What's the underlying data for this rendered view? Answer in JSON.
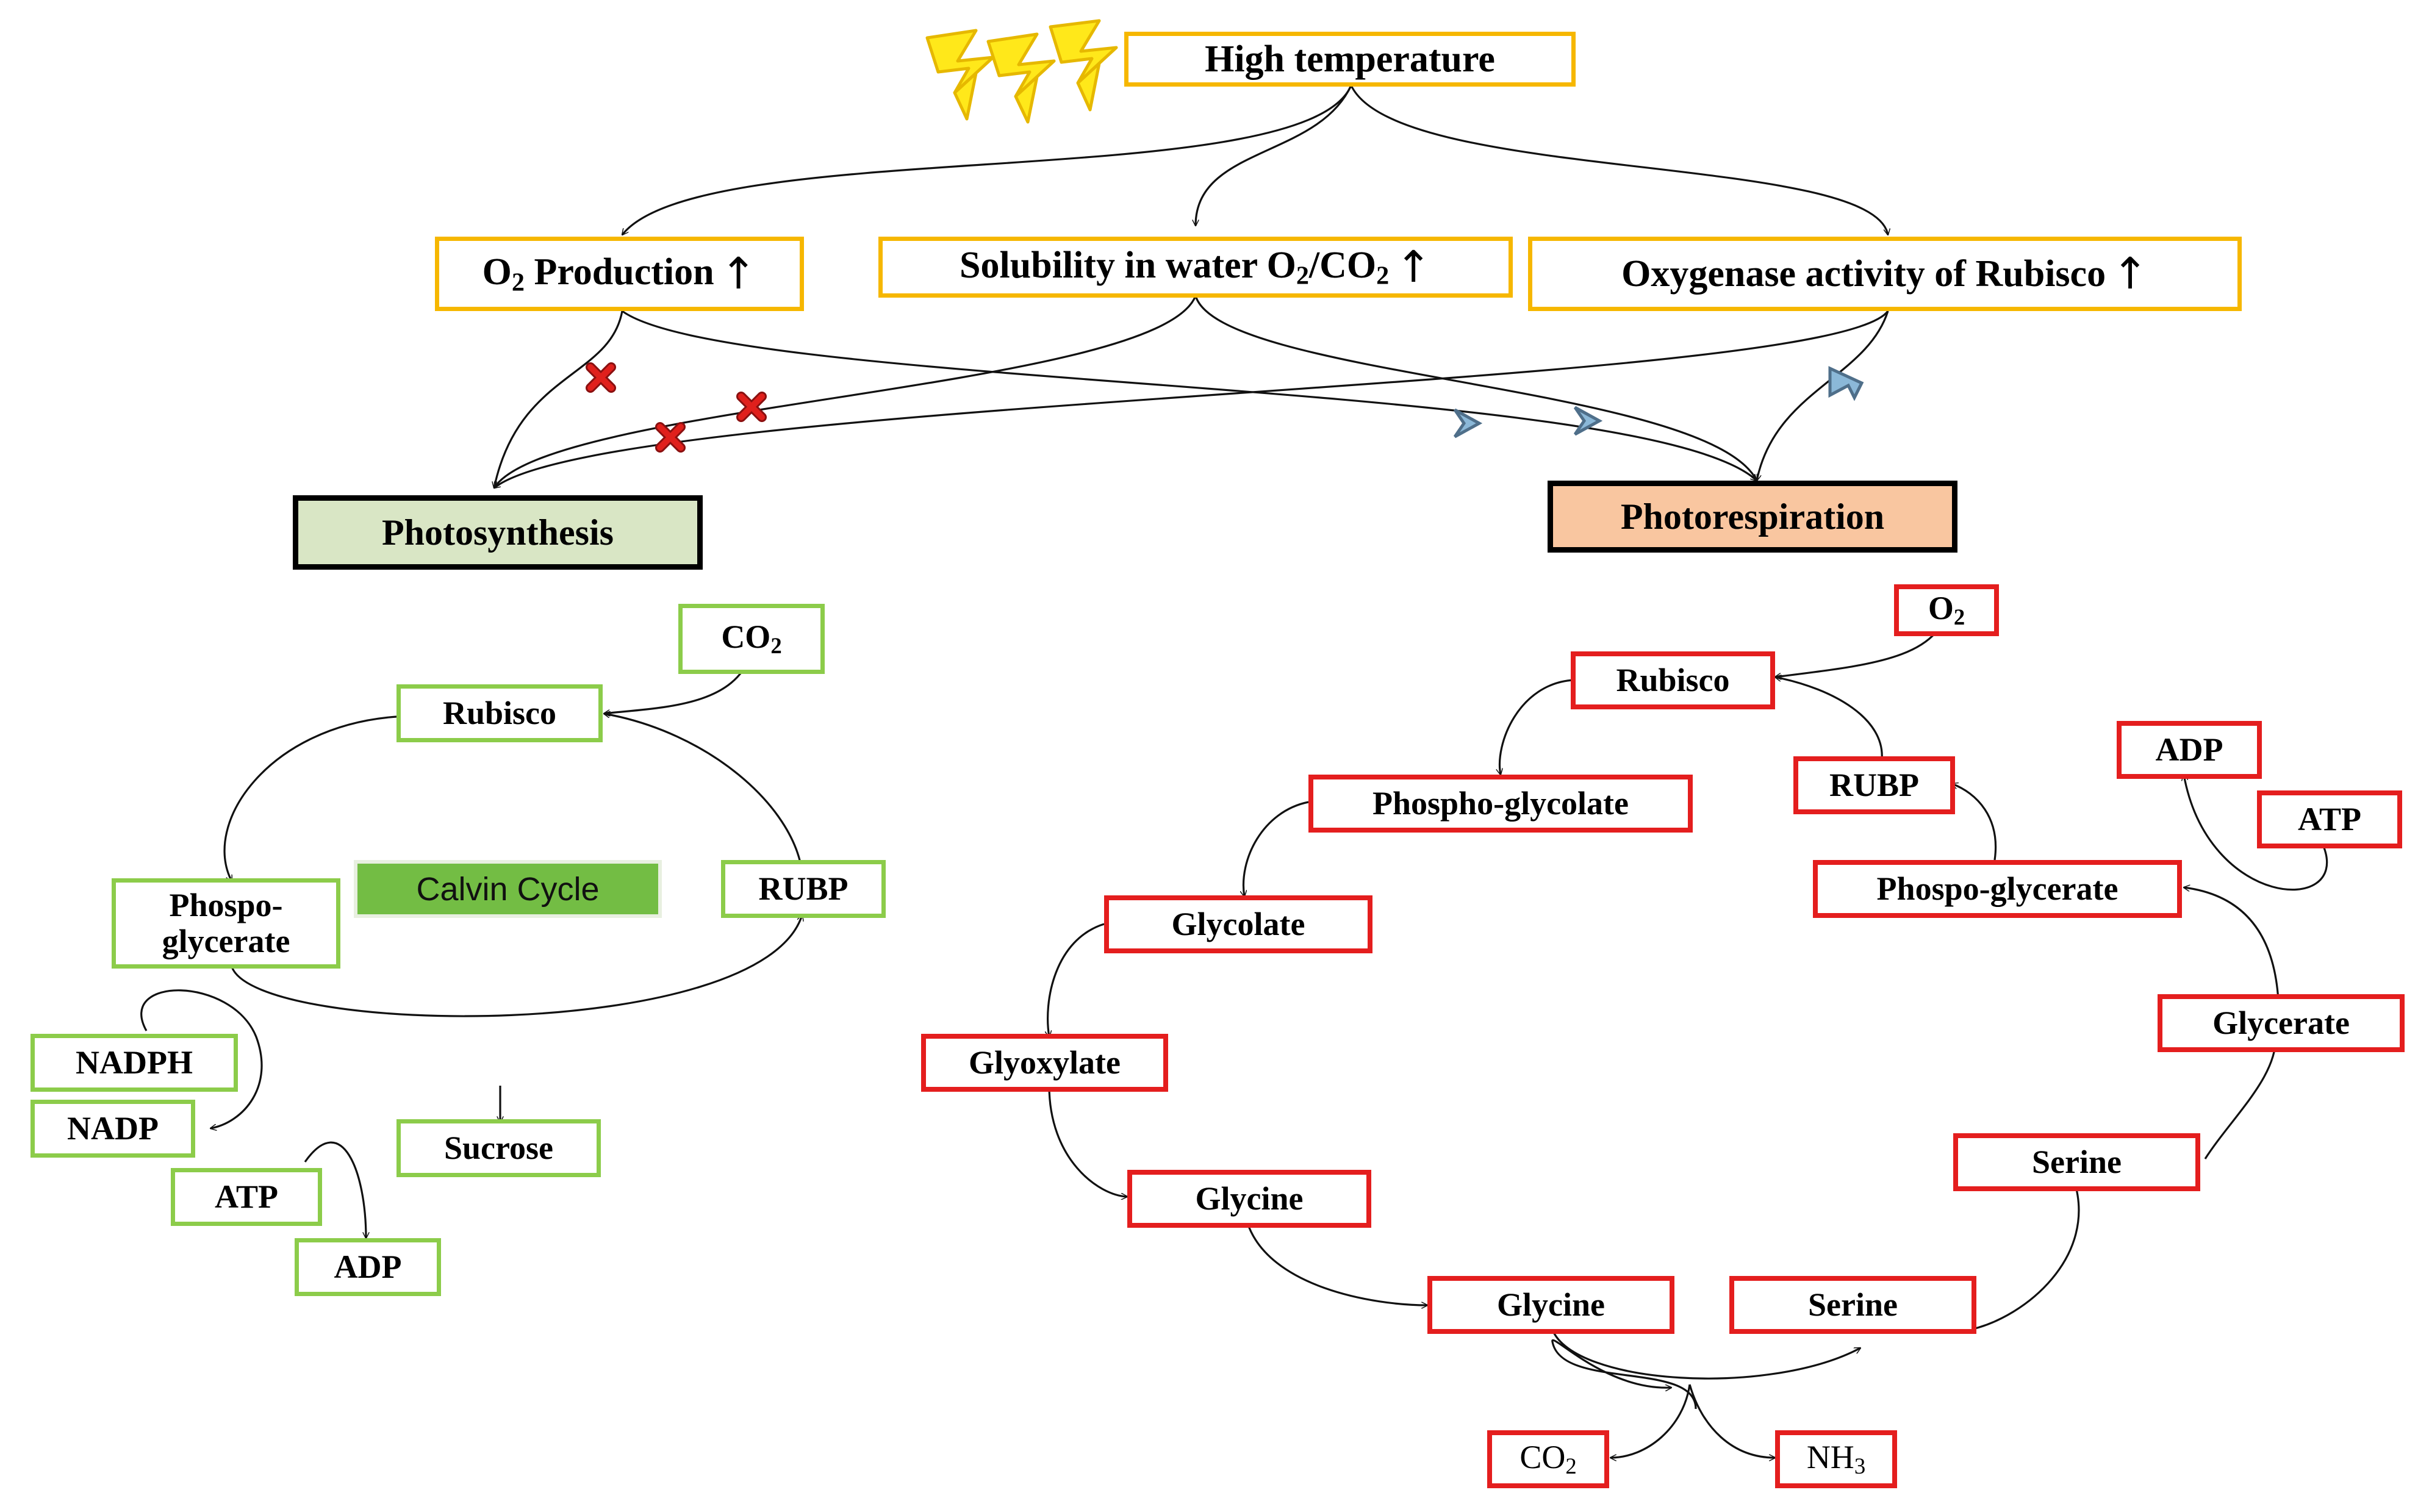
{
  "top": {
    "high_temperature": "High temperature",
    "o2_production": {
      "prefix": "O",
      "sub": "2",
      "rest": " Production",
      "arrow": "↑"
    },
    "solubility": {
      "prefix": "Solubility in water O",
      "sub1": "2",
      "mid": "/CO",
      "sub2": "2",
      "arrow": "↑"
    },
    "oxygenase": {
      "text": "Oxygenase activity of Rubisco",
      "arrow": "↑"
    }
  },
  "processes": {
    "photosynthesis": "Photosynthesis",
    "photorespiration": "Photorespiration"
  },
  "calvin": {
    "co2": {
      "prefix": "CO",
      "sub": "2"
    },
    "rubisco": "Rubisco",
    "phosphoglycerate_line1": "Phospo-",
    "phosphoglycerate_line2": "glycerate",
    "rubp": "RUBP",
    "cycle_label": "Calvin Cycle",
    "nadph": "NADPH",
    "nadp": "NADP",
    "atp": "ATP",
    "adp": "ADP",
    "sucrose": "Sucrose"
  },
  "photoresp": {
    "o2": {
      "prefix": "O",
      "sub": "2"
    },
    "rubisco": "Rubisco",
    "phospho_glycolate": "Phospho-glycolate",
    "glycolate": "Glycolate",
    "glyoxylate": "Glyoxylate",
    "glycine_1": "Glycine",
    "glycine_2": "Glycine",
    "serine_1": "Serine",
    "serine_2": "Serine",
    "glycerate": "Glycerate",
    "phospo_glycerate": "Phospo-glycerate",
    "rubp": "RUBP",
    "adp": "ADP",
    "atp": "ATP",
    "co2": {
      "prefix": "CO",
      "sub": "2"
    },
    "nh3": {
      "prefix": "NH",
      "sub": "3"
    }
  },
  "icons": {
    "heat": "lightning-bolt-icon",
    "block": "red-cross-icon",
    "promote": "chevron-arrow-icon"
  },
  "colors": {
    "top_border": "#f6b700",
    "calvin_border": "#8ccc4a",
    "photoresp_border": "#e41e1e",
    "photosynthesis_fill": "#d9e6c5",
    "photorespiration_fill": "#f9c6a0",
    "calvin_label_fill": "#73bd44",
    "lightning": "#ffe81a",
    "cross": "#e0201c",
    "chevron": "#8bb8d8"
  }
}
